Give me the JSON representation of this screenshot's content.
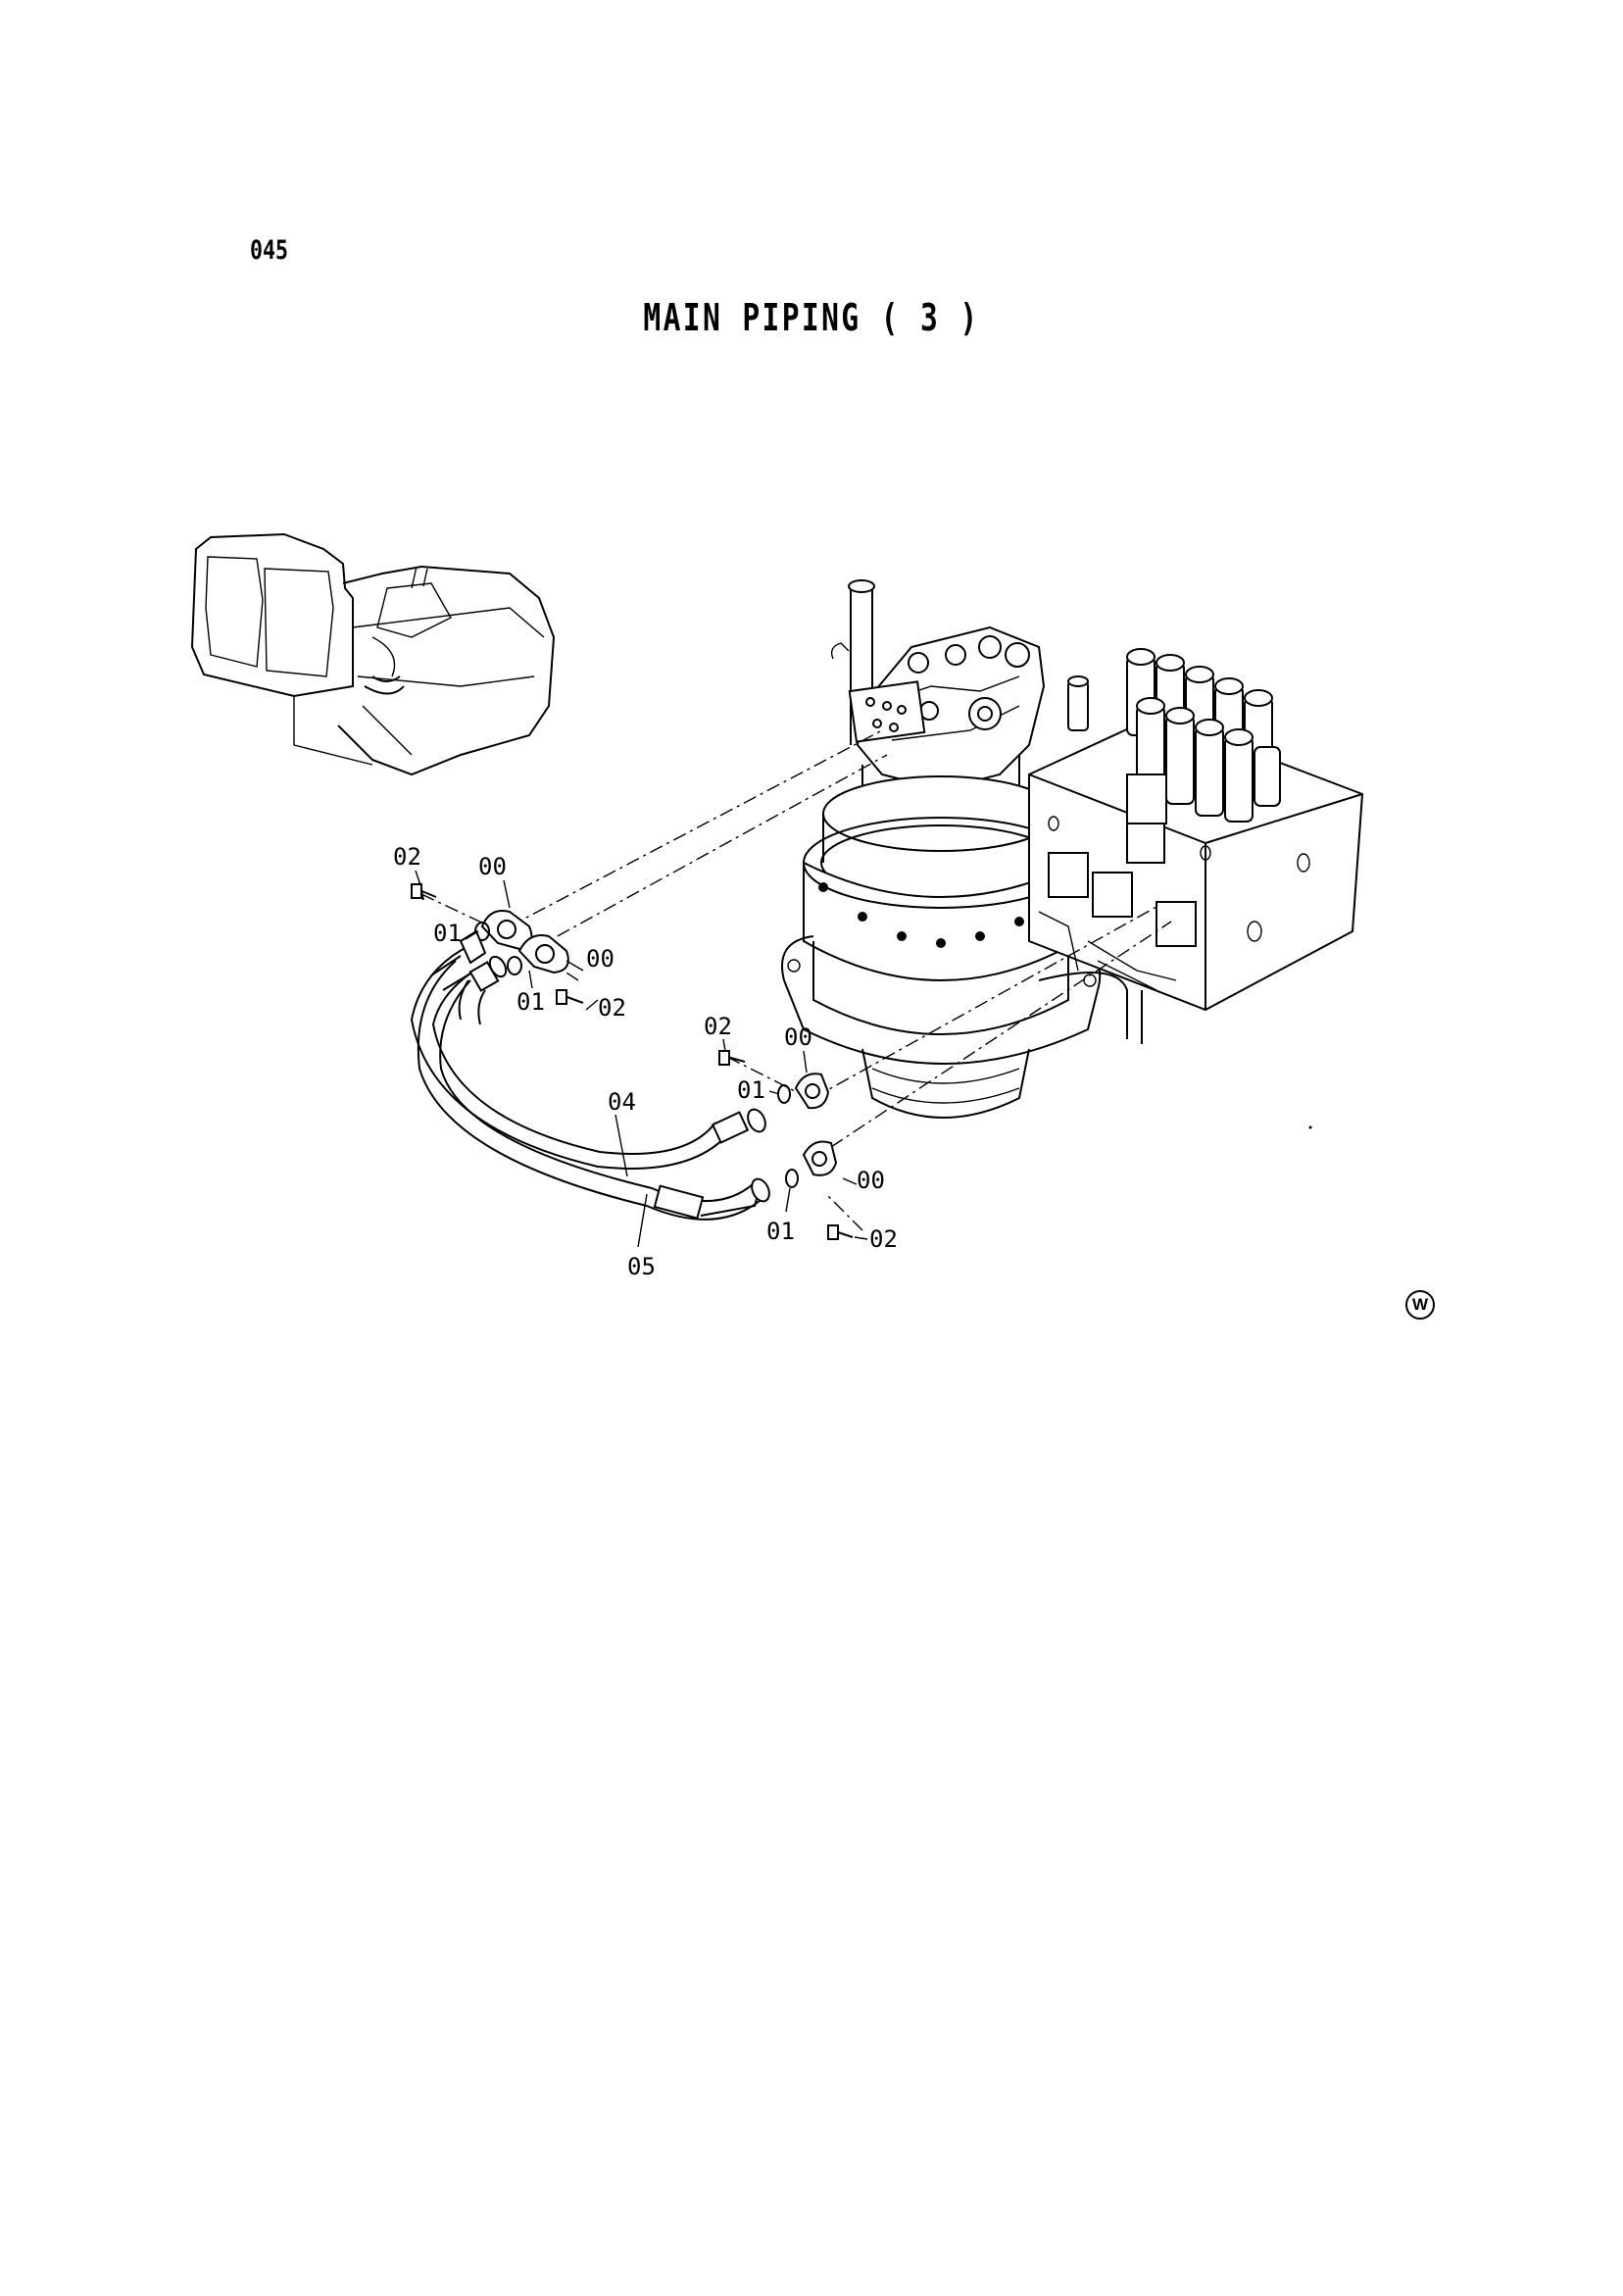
{
  "page_number": "045",
  "title": "MAIN PIPING ( 3 )",
  "mark": "W",
  "callouts": {
    "upper_left": {
      "bolt_top": "02",
      "flange_top": "00",
      "oring_left": "01",
      "flange_right": "00",
      "oring_bottom": "01",
      "bolt_bottom": "02"
    },
    "middle": {
      "bolt": "02",
      "flange": "00",
      "oring": "01"
    },
    "lower_right": {
      "flange": "00",
      "oring": "01",
      "bolt": "02"
    },
    "hose_a": "04",
    "hose_b": "05"
  }
}
